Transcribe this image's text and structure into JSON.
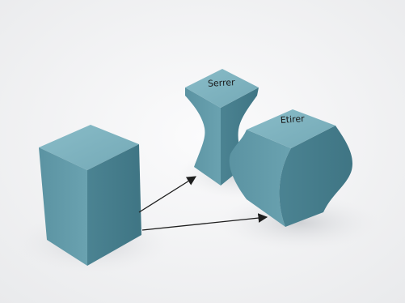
{
  "scene": {
    "labels": {
      "squeeze": "Serrer",
      "stretch": "Etirer"
    },
    "colors": {
      "background_light": "#f7f7f8",
      "background_shadow": "#d9dadd",
      "cube_top": "#7fb3bf",
      "cube_left": "#5e96a4",
      "cube_right": "#4a808f",
      "arrow": "#1e1e1e"
    },
    "objects": [
      {
        "name": "box",
        "description_icon": "rectangular-prism-icon"
      },
      {
        "name": "squeezed-shape",
        "description_icon": "pinched-prism-icon"
      },
      {
        "name": "stretched-shape",
        "description_icon": "bulged-prism-icon"
      }
    ]
  }
}
